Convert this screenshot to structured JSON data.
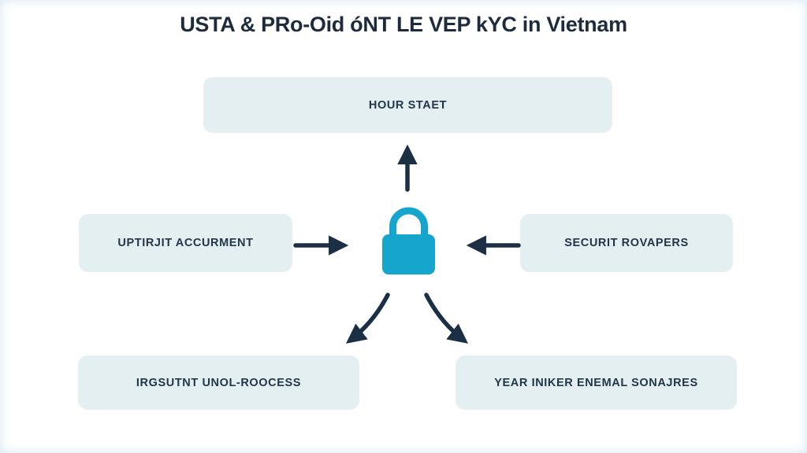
{
  "title": "USTA & PRo-Oid óNT LE VEP kYC in Vietnam",
  "diagram": {
    "center_icon": "lock-icon",
    "nodes": [
      {
        "id": "top",
        "label": "HOUR STAET"
      },
      {
        "id": "left",
        "label": "UPTIRJIT ACCURMENT"
      },
      {
        "id": "right",
        "label": "SECURIT ROVAPERS"
      },
      {
        "id": "bottom-left",
        "label": "IRGSUTNT UNOL-ROOCESS"
      },
      {
        "id": "bottom-right",
        "label": "YEAR INIKER ENEMAL SONAJRES"
      }
    ],
    "edges": [
      {
        "from": "lock",
        "to": "top",
        "direction": "up"
      },
      {
        "from": "left",
        "to": "lock",
        "direction": "right"
      },
      {
        "from": "right",
        "to": "lock",
        "direction": "left"
      },
      {
        "from": "lock",
        "to": "bottom-left",
        "direction": "down-left"
      },
      {
        "from": "lock",
        "to": "bottom-right",
        "direction": "down-right"
      }
    ]
  },
  "colors": {
    "background": "#ffffff",
    "box_bg": "#e4eff2",
    "box_text": "#22364a",
    "arrow": "#1b2f45",
    "lock": "#16a5cd",
    "title_text": "#1d2b3d"
  }
}
